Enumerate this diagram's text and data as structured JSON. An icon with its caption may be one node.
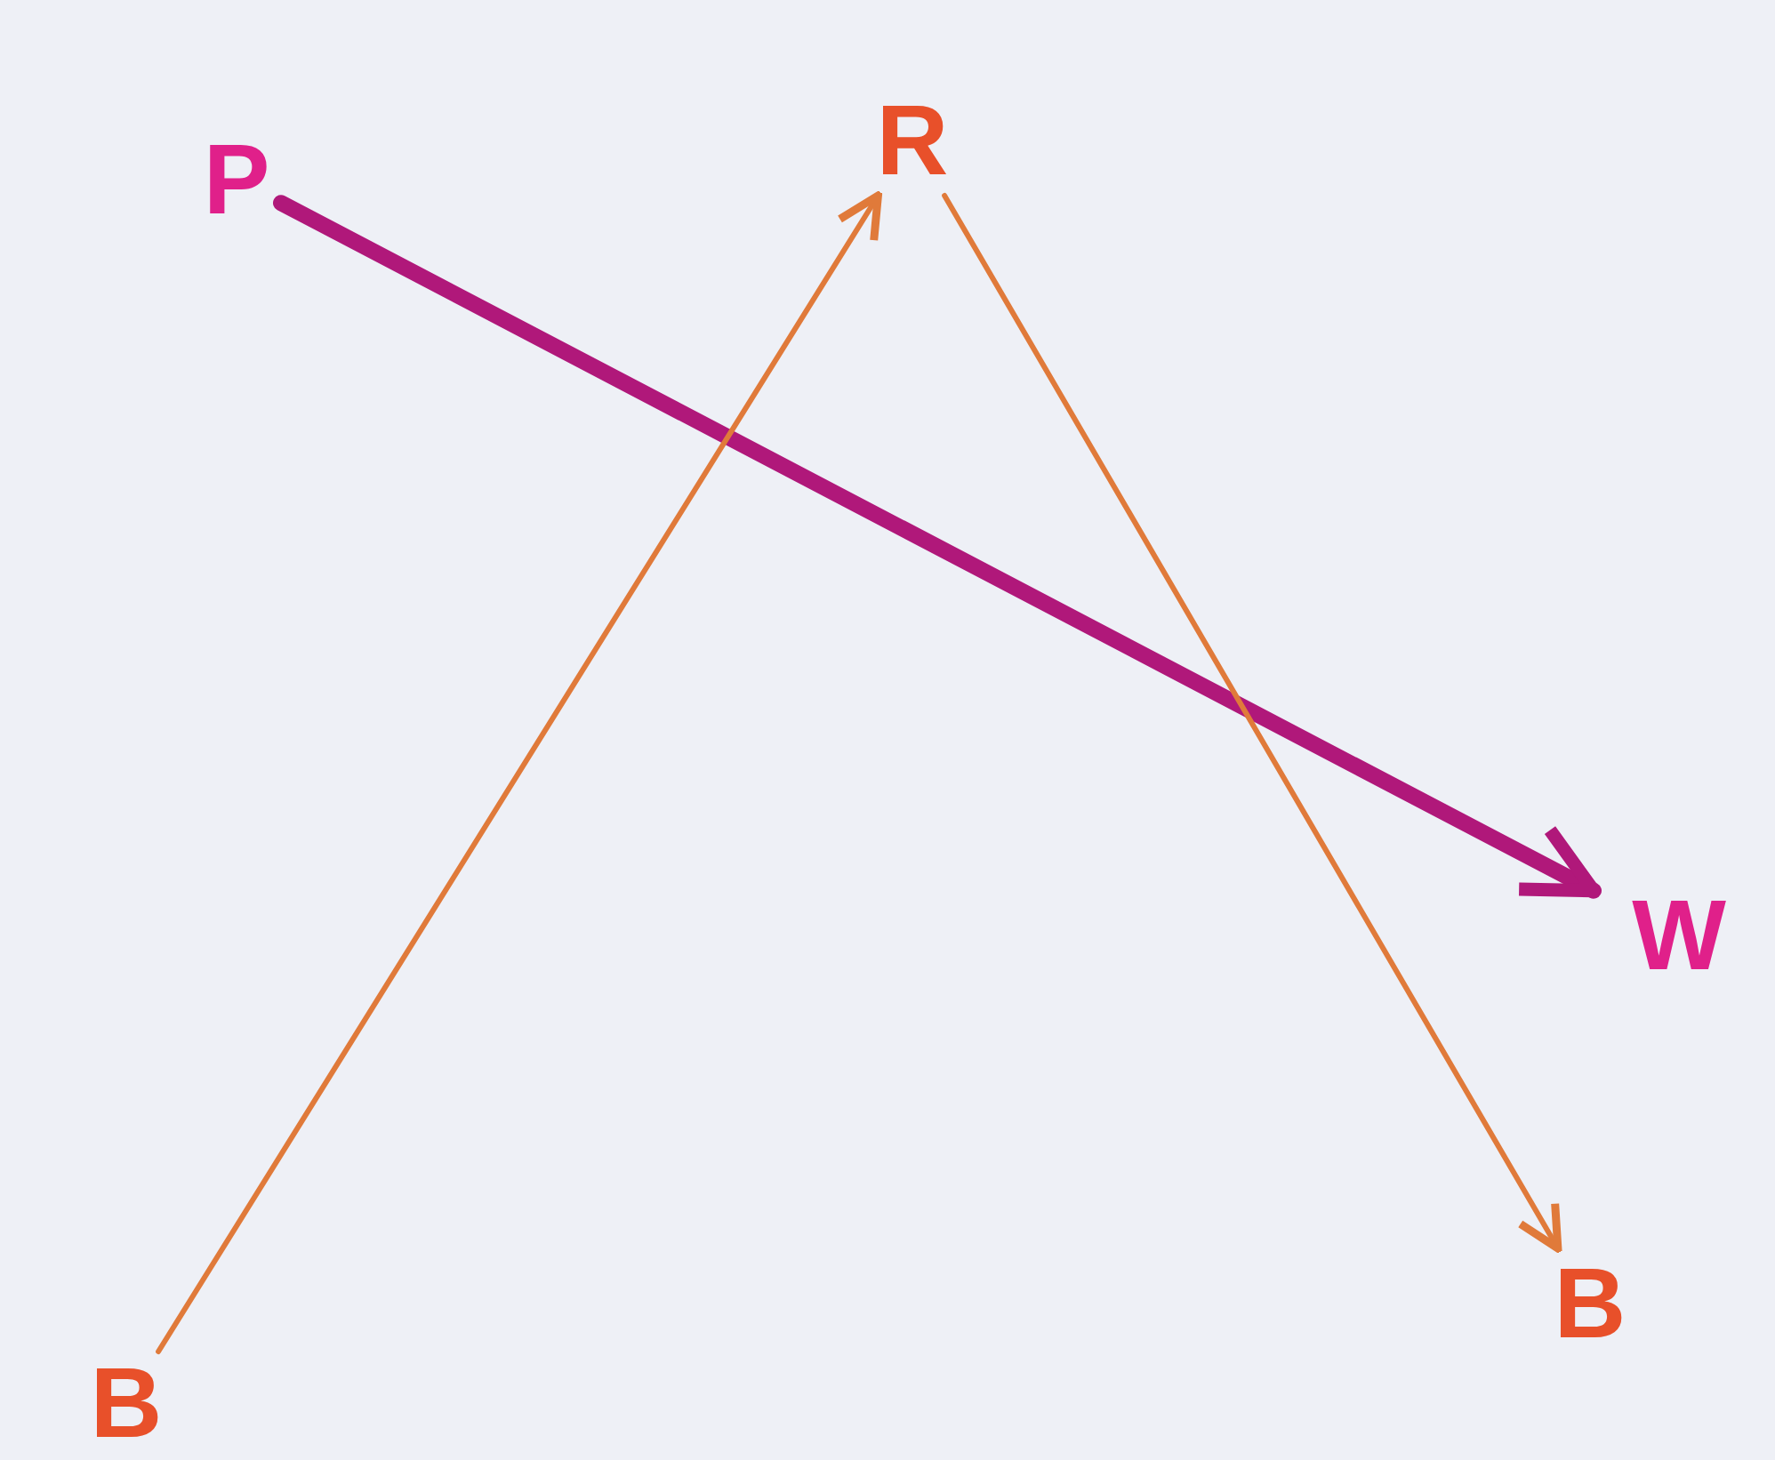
{
  "diagram": {
    "nodes": [
      {
        "text": [
          "P"
        ]
      },
      {
        "text": [
          "R"
        ]
      },
      {
        "text": [
          "W"
        ]
      },
      {
        "text": [
          "B"
        ]
      },
      {
        "text": [
          "B"
        ]
      }
    ],
    "edges": [
      {
        "from": 0,
        "to": 2,
        "arrow": "to",
        "style": "thick",
        "color": "#b0187a"
      },
      {
        "from": 3,
        "to": 1,
        "arrow": "to"
      },
      {
        "from": 1,
        "to": 4,
        "arrow": "to"
      }
    ]
  }
}
